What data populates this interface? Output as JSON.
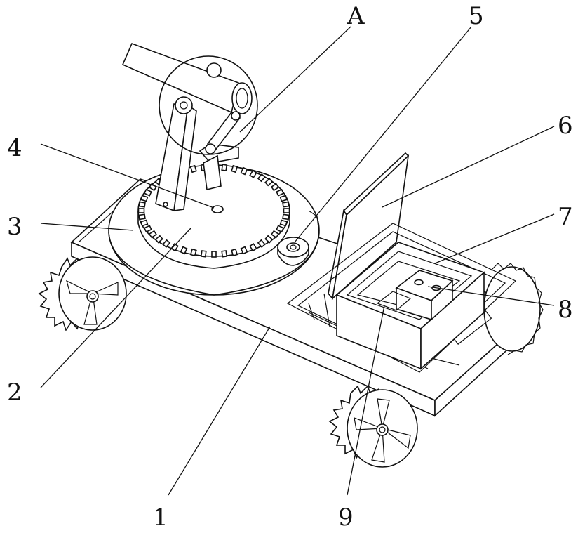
{
  "labels": [
    {
      "id": "A",
      "text": "A"
    },
    {
      "id": "1",
      "text": "1"
    },
    {
      "id": "2",
      "text": "2"
    },
    {
      "id": "3",
      "text": "3"
    },
    {
      "id": "4",
      "text": "4"
    },
    {
      "id": "5",
      "text": "5"
    },
    {
      "id": "6",
      "text": "6"
    },
    {
      "id": "7",
      "text": "7"
    },
    {
      "id": "8",
      "text": "8"
    },
    {
      "id": "9",
      "text": "9"
    }
  ]
}
